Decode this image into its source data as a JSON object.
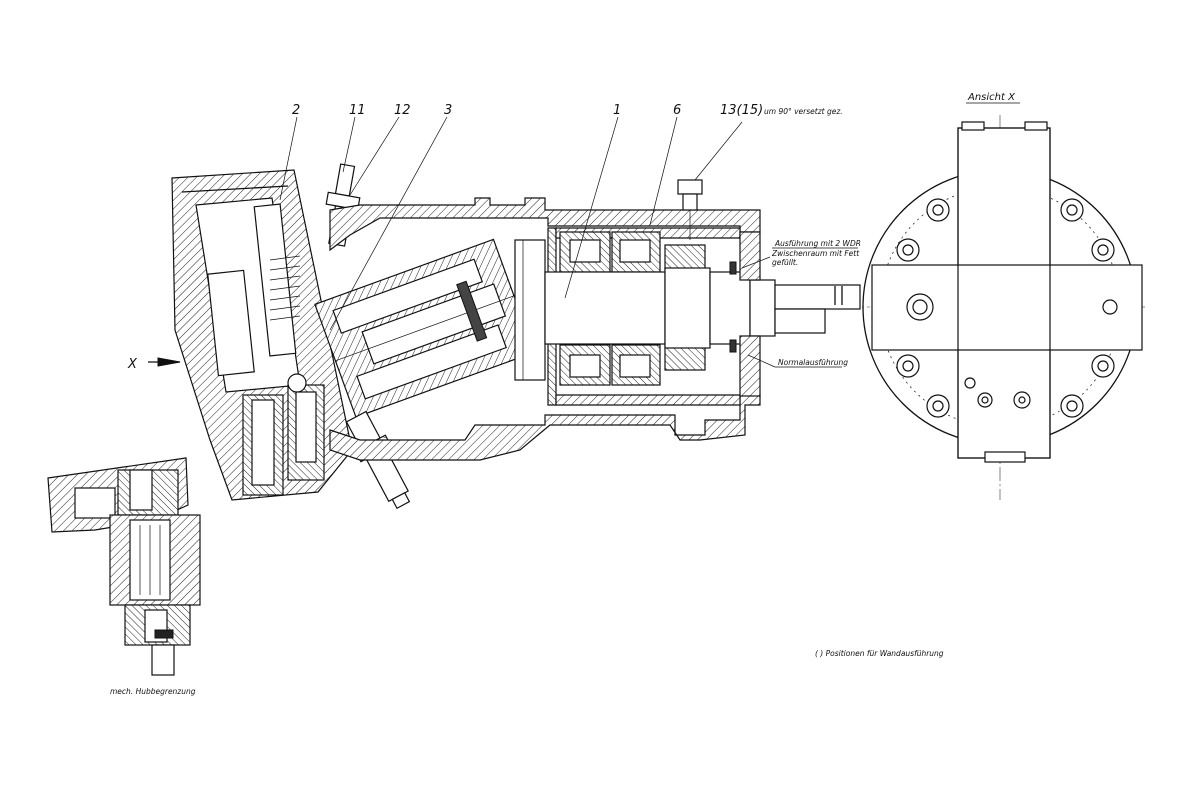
{
  "view_title": "Ansicht X",
  "view_arrow_label": "X",
  "callouts": {
    "c1": "1",
    "c2": "2",
    "c3": "3",
    "c6": "6",
    "c11": "11",
    "c12": "12",
    "c13": "13(15)",
    "c13_note": "um 90° versetzt gez."
  },
  "notes": {
    "wdr_1": "Ausführung mit 2 WDR",
    "wdr_2": "Zwischenraum mit Fett",
    "wdr_3": "gefüllt.",
    "normal": "Normalausführung",
    "footnote": "( ) Positionen für Wandausführung",
    "detail_caption": "mech. Hubbegrenzung"
  }
}
